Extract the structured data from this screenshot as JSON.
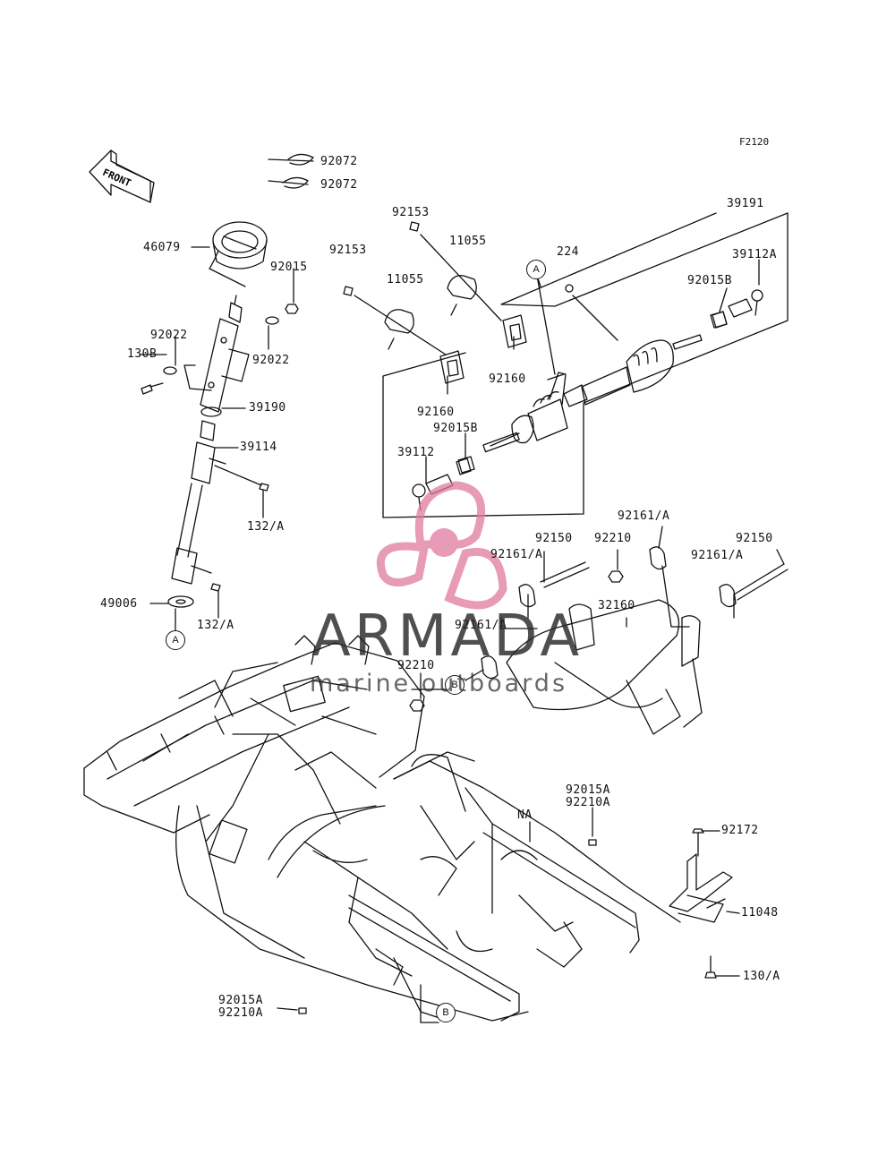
{
  "diagram": {
    "code": "F2120",
    "front_label": "FRONT"
  },
  "callouts": [
    "92072",
    "92072",
    "46079",
    "92015",
    "92022",
    "130B",
    "92022",
    "39190",
    "39114",
    "132/A",
    "49006",
    "132/A",
    "92153",
    "11055",
    "92153",
    "11055",
    "224",
    "39191",
    "39112A",
    "92015B",
    "92160",
    "92160",
    "92015B",
    "39112",
    "92161/A",
    "92150",
    "92210",
    "92161/A",
    "92150",
    "92161/A",
    "32160",
    "92161/A",
    "92210",
    "92015A",
    "92210A",
    "NA",
    "92172",
    "11048",
    "130/A",
    "92015A",
    "92210A"
  ],
  "reference_marks": {
    "a1": "A",
    "a2": "A",
    "b1": "B",
    "b2": "B"
  },
  "watermark": {
    "brand": "ARMADA",
    "tagline": "marine outboards",
    "colors": {
      "accent": "#e07aa0",
      "text": "#333333"
    }
  }
}
